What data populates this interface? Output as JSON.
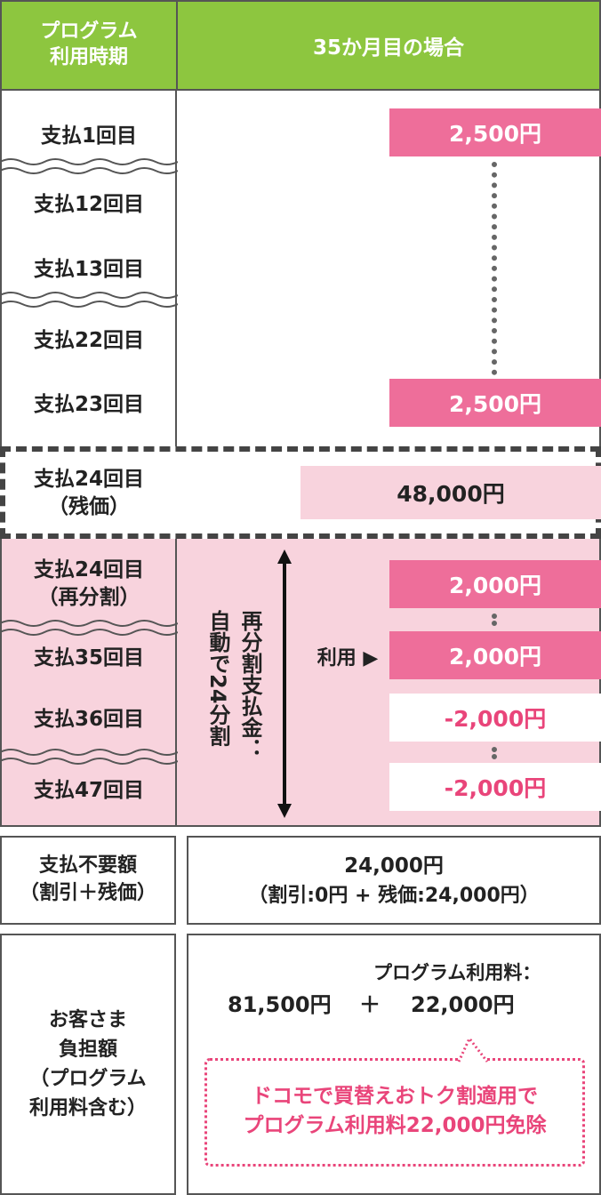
{
  "header": {
    "col1": "プログラム\n利用時期",
    "col2": "35か月目の場合"
  },
  "rows": {
    "r1": "支払1回目",
    "r12": "支払12回目",
    "r13": "支払13回目",
    "r22": "支払22回目",
    "r23": "支払23回目",
    "r24a": "支払24回目\n（残価）",
    "r24b": "支払24回目\n（再分割）",
    "r35": "支払35回目",
    "r36": "支払36回目",
    "r47": "支払47回目"
  },
  "amounts": {
    "a1": "2,500円",
    "a23": "2,500円",
    "residual": "48,000円",
    "re1": "2,000円",
    "re35": "2,000円",
    "neg36": "-2,000円",
    "neg47": "-2,000円"
  },
  "redistribution": {
    "col_right": "再分割支払金：",
    "col_left": "自動で24分割",
    "use_label": "利用 ▶"
  },
  "unneeded": {
    "label": "支払不要額\n（割引＋残価）",
    "value": "24,000円",
    "detail": "（割引:0円 + 残価:24,000円）"
  },
  "burden": {
    "label": "お客さま\n負担額\n（プログラム\n利用料含む）",
    "fee_label": "プログラム利用料：",
    "base": "81,500円",
    "plus": "＋",
    "fee": "22,000円",
    "note": "ドコモで買替えおトク割適用で\nプログラム利用料22,000円免除"
  },
  "colors": {
    "green": "#8dc63f",
    "pink": "#ee6e9a",
    "light_pink": "#f8d3dd",
    "accent": "#e9457a"
  }
}
